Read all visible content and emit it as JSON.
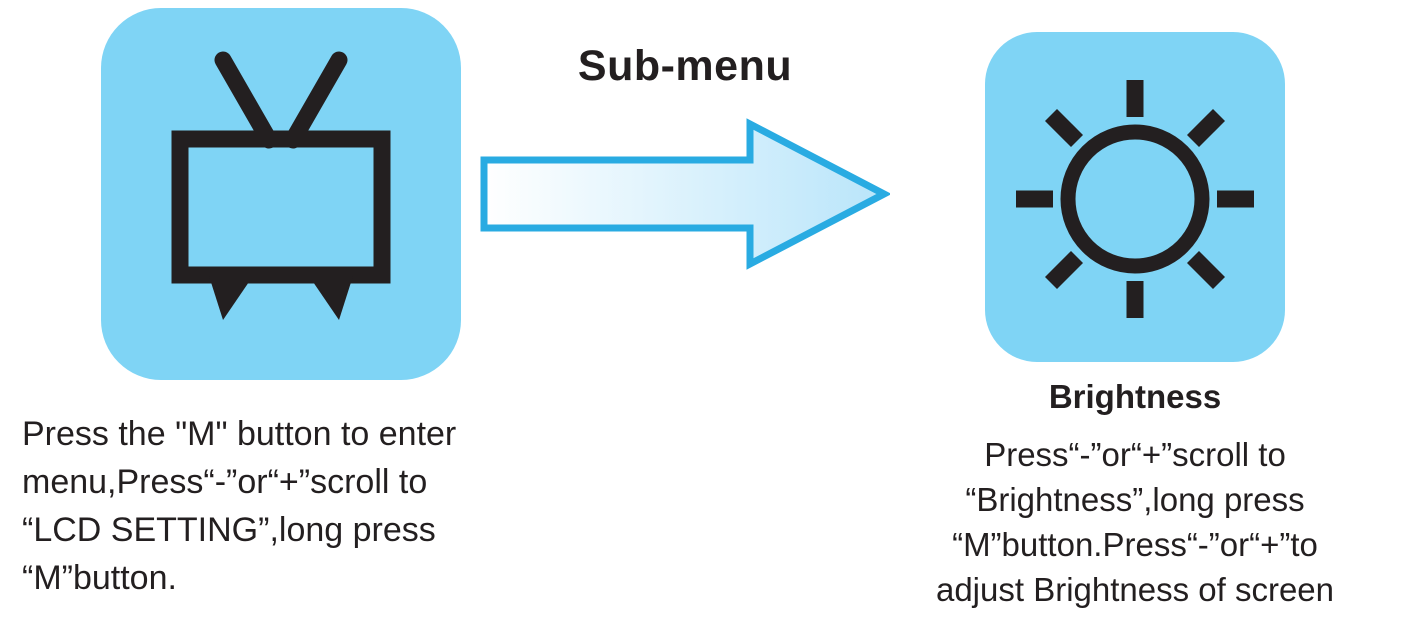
{
  "diagram": {
    "arrow_label": "Sub-menu",
    "left": {
      "icon_name": "tv-icon",
      "caption": "Press the \"M\" button to enter\nmenu,Press“-”or“+”scroll to\n “LCD SETTING”,long press\n “M”button."
    },
    "right": {
      "icon_name": "brightness-sun-icon",
      "title": "Brightness",
      "caption": "Press“-”or“+”scroll to\n“Brightness”,long press\n“M”button.Press“-”or“+”to\nadjust Brightness of screen"
    },
    "colors": {
      "tile_fill": "#7fd4f5",
      "icon_stroke": "#231f20",
      "arrow_outline": "#29abe2",
      "arrow_fill_start": "#ffffff",
      "arrow_fill_end": "#bfe7fa",
      "text": "#231f20",
      "background": "#ffffff"
    }
  }
}
